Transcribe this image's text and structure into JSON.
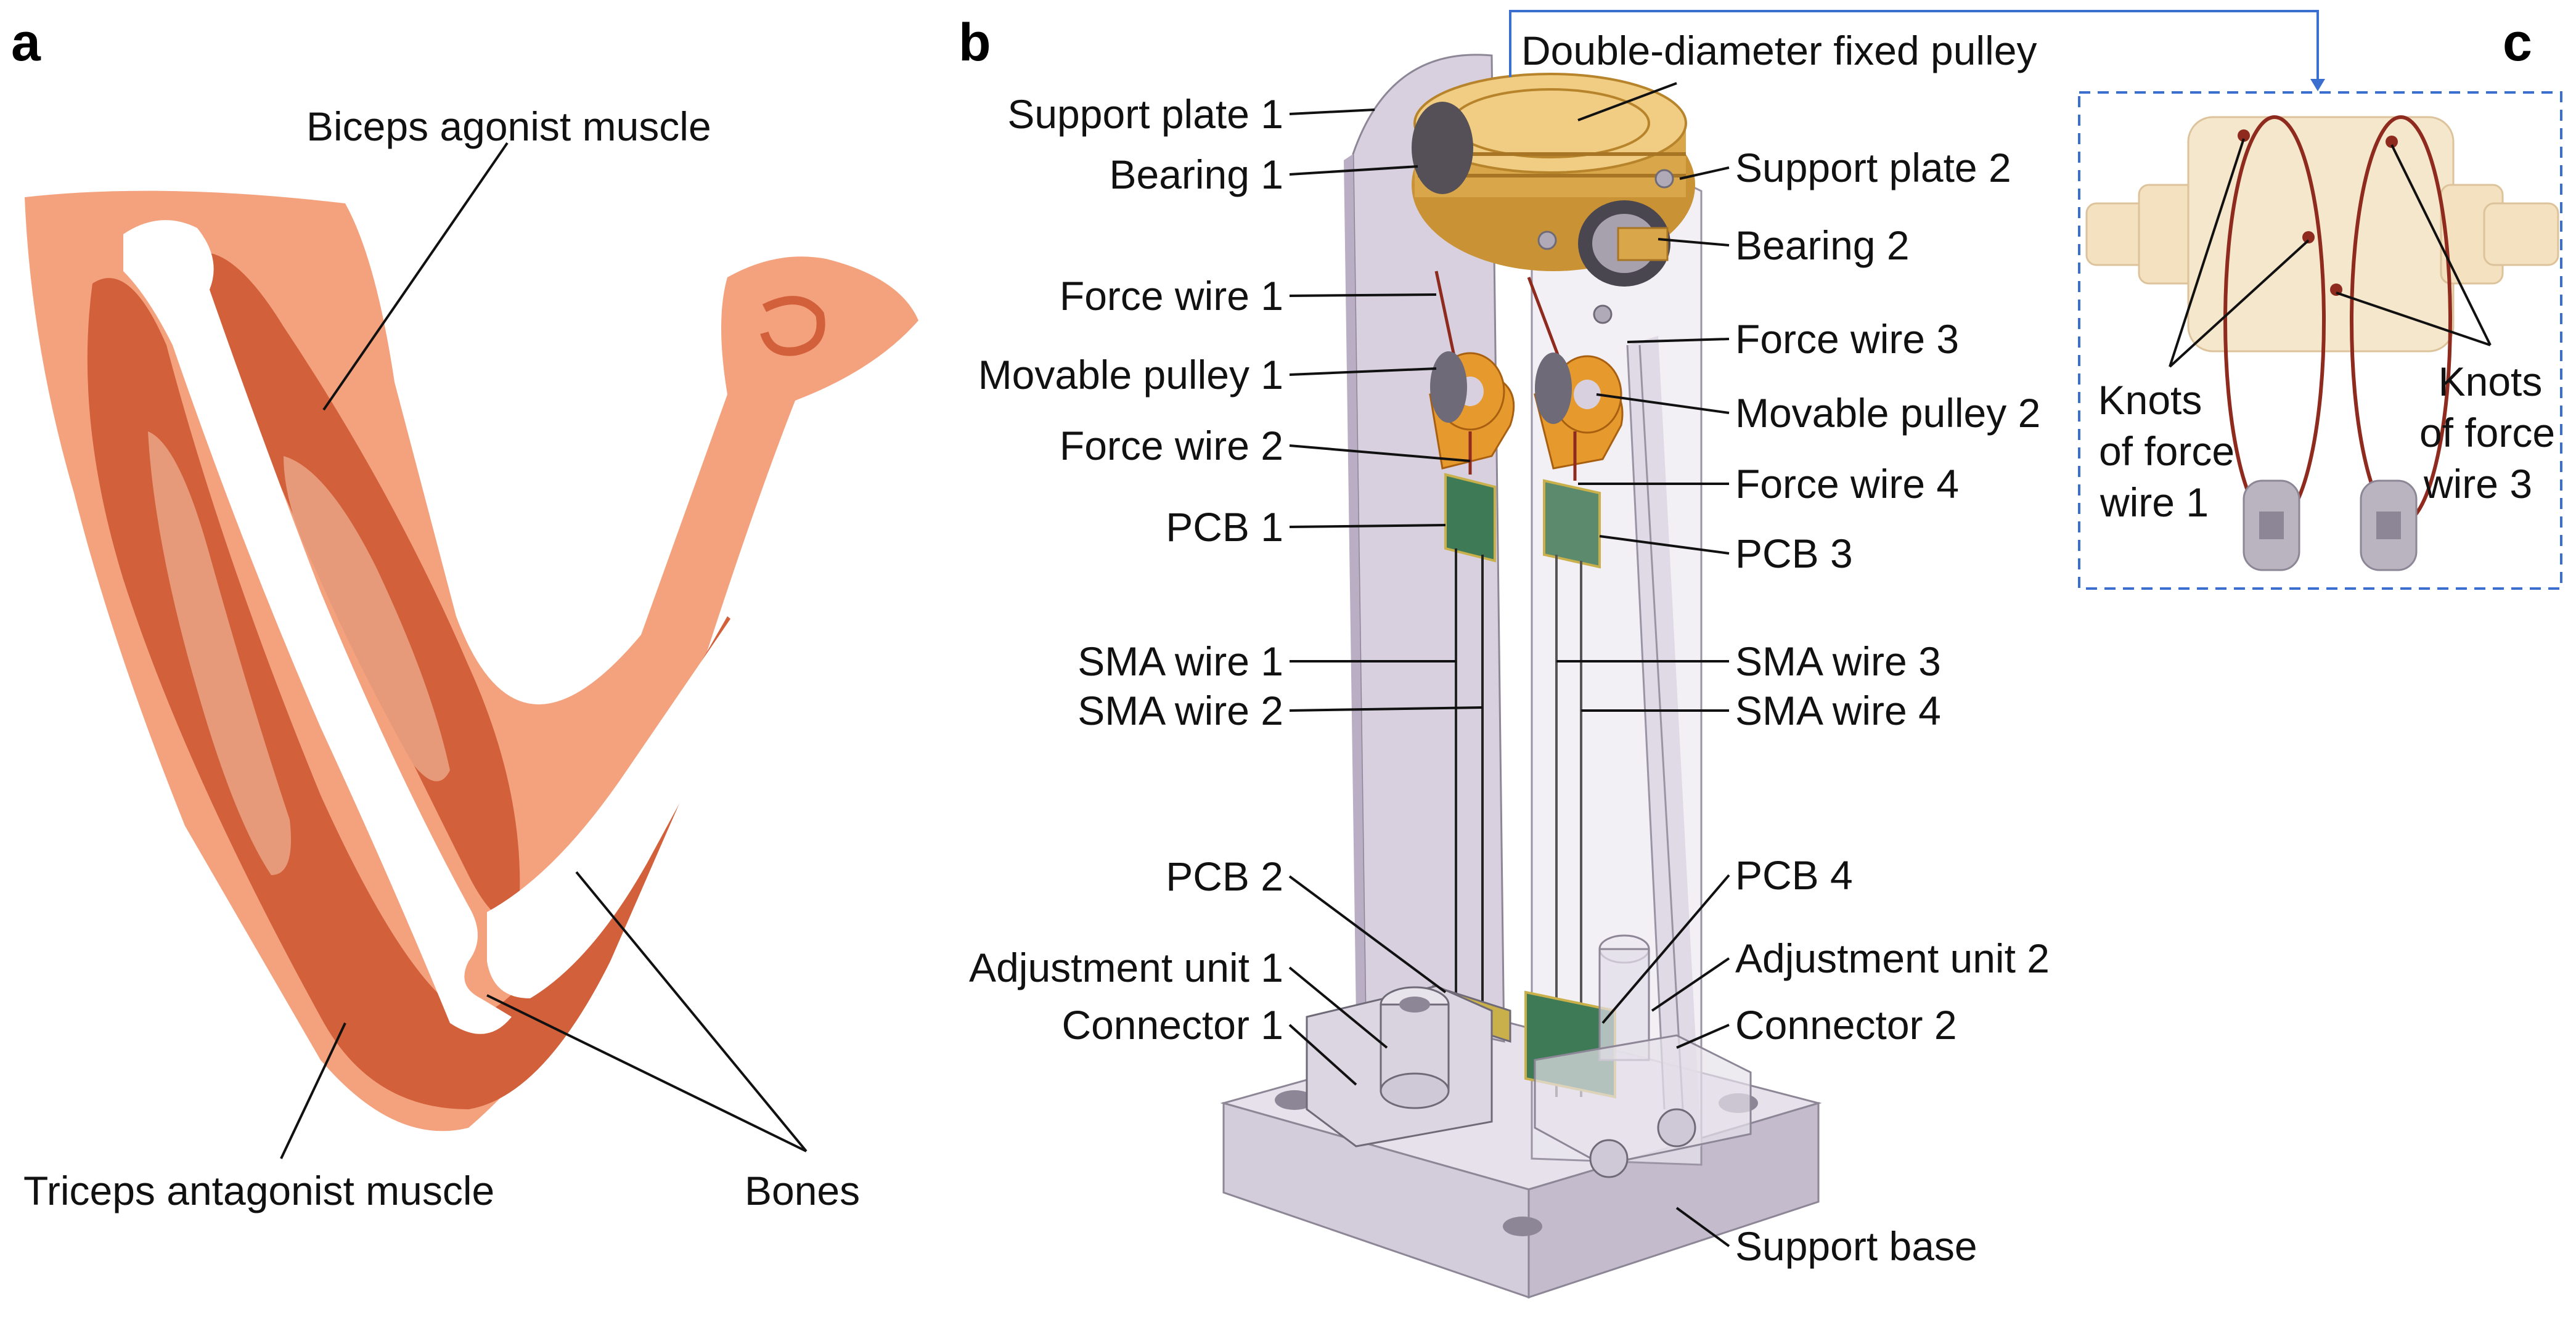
{
  "panels": {
    "a": "a",
    "b": "b",
    "c": "c"
  },
  "panel_a_labels": {
    "biceps": "Biceps agonist muscle",
    "triceps": "Triceps antagonist muscle",
    "bones": "Bones"
  },
  "panel_b_labels": {
    "double_pulley": "Double-diameter fixed pulley",
    "support_plate_1": "Support plate 1",
    "bearing_1": "Bearing 1",
    "force_wire_1": "Force wire 1",
    "movable_pulley_1": "Movable pulley 1",
    "force_wire_2": "Force wire 2",
    "pcb_1": "PCB 1",
    "sma_wire_1": "SMA wire 1",
    "sma_wire_2": "SMA wire 2",
    "pcb_2": "PCB 2",
    "adjustment_unit_1": "Adjustment unit 1",
    "connector_1": "Connector 1",
    "support_plate_2": "Support plate 2",
    "bearing_2": "Bearing 2",
    "force_wire_3": "Force wire 3",
    "movable_pulley_2": "Movable pulley 2",
    "force_wire_4": "Force wire 4",
    "pcb_3": "PCB 3",
    "sma_wire_3": "SMA wire 3",
    "sma_wire_4": "SMA wire 4",
    "pcb_4": "PCB 4",
    "adjustment_unit_2": "Adjustment unit 2",
    "connector_2": "Connector 2",
    "support_base": "Support base"
  },
  "panel_c_labels": {
    "knots_left": [
      "Knots",
      "of force",
      "wire 1"
    ],
    "knots_right": [
      "Knots",
      "of force",
      "wire 3"
    ]
  },
  "colors": {
    "skin": "#f4a27e",
    "muscle": "#d2603a",
    "muscle_inner": "#e79a7a",
    "bone": "#ffffff",
    "plate": "#d8d0de",
    "plate_dark": "#b9aec4",
    "brass": "#d9a64a",
    "orange_part": "#e69a2e",
    "pcb_green": "#3f7a56",
    "leader": "#111111",
    "callout_blue": "#3b6fcf",
    "wire_red": "#8e2a1e"
  }
}
